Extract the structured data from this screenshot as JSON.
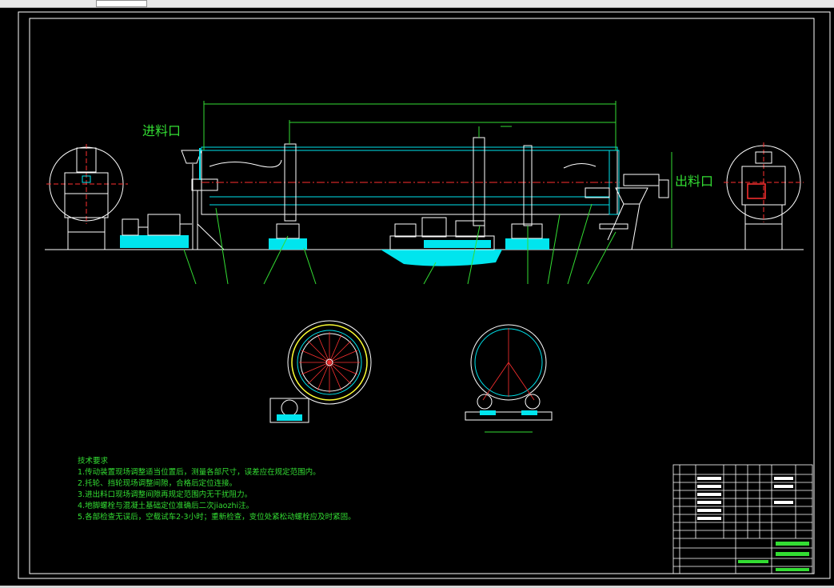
{
  "drawing": {
    "inlet_label": "进料口",
    "outlet_label": "出料口",
    "tech_requirements": {
      "title": "技术要求",
      "items": [
        "1.传动装置现场调整适当位置后，测量各部尺寸，误差应在规定范围内。",
        "2.托轮、挡轮现场调整间隙，合格后定位连接。",
        "3.进出料口现场调整间隙再规定范围内无干扰阻力。",
        "4.地脚螺栓与混凝土基础定位准确后二次jiaozhi注。",
        "5.各部检查无误后，空载试车2-3小时；重新检查，变位处紧松动螺栓应及时紧固。"
      ]
    }
  },
  "colors": {
    "background": "#000000",
    "outline": "#ffffff",
    "green": "#33dd33",
    "cyan": "#00e5ee",
    "red": "#ff3030",
    "yellow": "#ffff33"
  }
}
